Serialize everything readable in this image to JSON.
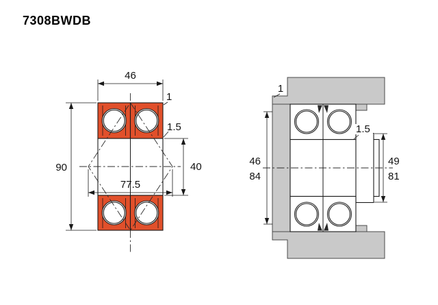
{
  "title": "7308BWDB",
  "colors": {
    "ring": "#e1502b",
    "housing": "#c9c9c9",
    "line": "#1a1a1a",
    "background": "#ffffff"
  },
  "left_view": {
    "name": "bearing-cross-section",
    "dims": {
      "width": "46",
      "outside_diameter": "90",
      "bore_diameter": "40",
      "load_center_distance": "77.5",
      "outer_ring_chamfer": "1",
      "inner_ring_chamfer": "1.5"
    }
  },
  "right_view": {
    "name": "mounting-arrangement",
    "dims": {
      "housing_fillet": "1",
      "shaft_chamfer": "1.5",
      "shaft_abutment_left": "46",
      "housing_abutment_left": "84",
      "shaft_abutment_right": "49",
      "housing_abutment_right": "81"
    }
  }
}
